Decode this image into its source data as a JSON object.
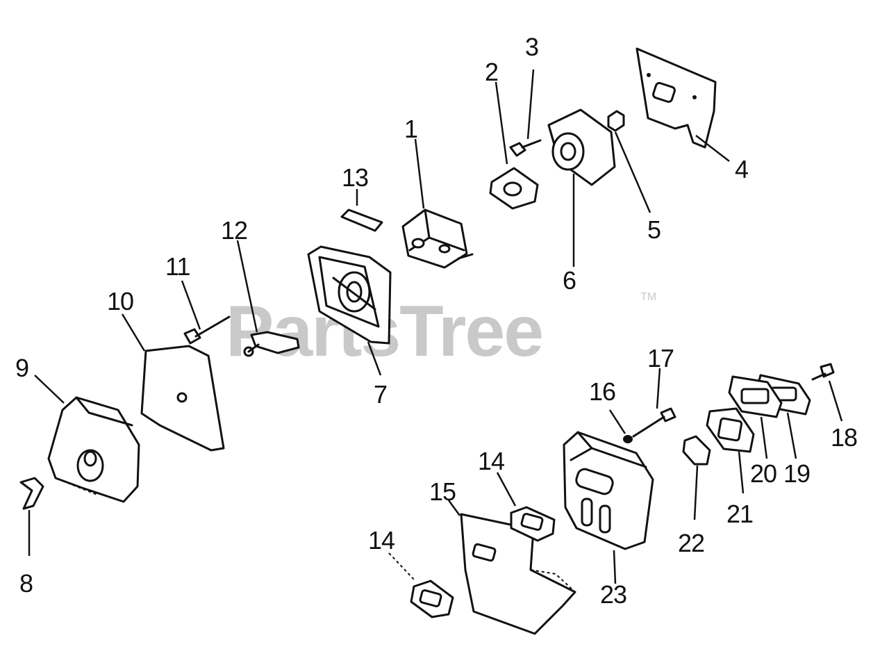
{
  "watermark": {
    "text": "PartsTree",
    "trademark": "TM"
  },
  "callouts": [
    "1",
    "2",
    "3",
    "4",
    "5",
    "6",
    "7",
    "8",
    "9",
    "10",
    "11",
    "12",
    "13",
    "14",
    "14",
    "15",
    "16",
    "17",
    "18",
    "19",
    "20",
    "21",
    "22",
    "23"
  ],
  "colors": {
    "ink": "#111111",
    "watermark": "#c9c9c9",
    "background": "#ffffff"
  }
}
